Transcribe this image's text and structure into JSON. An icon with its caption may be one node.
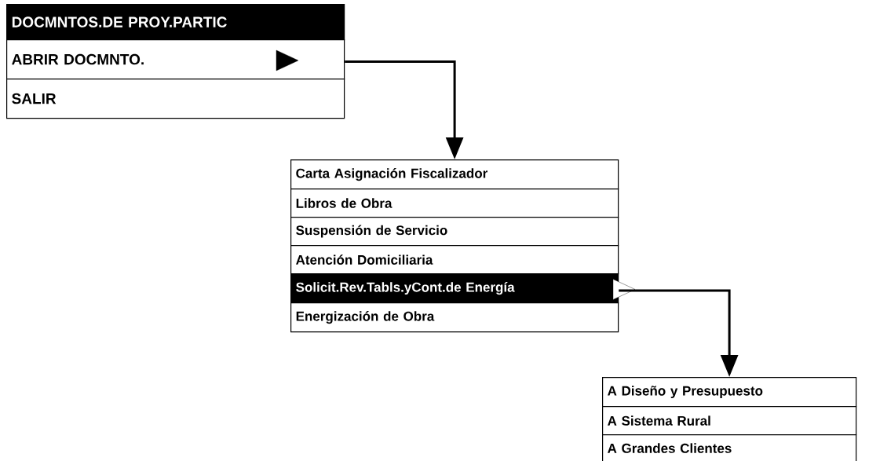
{
  "diagram": {
    "nodes": [
      {
        "text": [
          "DOCMNTOS.DE PROY.PARTIC"
        ]
      },
      {
        "text": [
          "ABRIR DOCMNTO."
        ]
      },
      {
        "text": [
          "SALIR"
        ]
      },
      {
        "text": [
          "Carta Asignación Fiscalizador"
        ]
      },
      {
        "text": [
          "Libros de Obra"
        ]
      },
      {
        "text": [
          "Suspensión de Servicio"
        ]
      },
      {
        "text": [
          "Atención Domiciliaria"
        ]
      },
      {
        "text": [
          "Solicit.Rev.Tabls.yCont.de Energía"
        ]
      },
      {
        "text": [
          "Energización de Obra"
        ]
      },
      {
        "text": [
          "A Diseño y Presupuesto"
        ]
      },
      {
        "text": [
          "A Sistema Rural"
        ]
      },
      {
        "text": [
          "A Grandes Clientes"
        ]
      }
    ],
    "edges": [
      {
        "from": 1,
        "to": 3,
        "arrow": "to"
      },
      {
        "from": 7,
        "to": 9,
        "arrow": "to"
      }
    ]
  }
}
